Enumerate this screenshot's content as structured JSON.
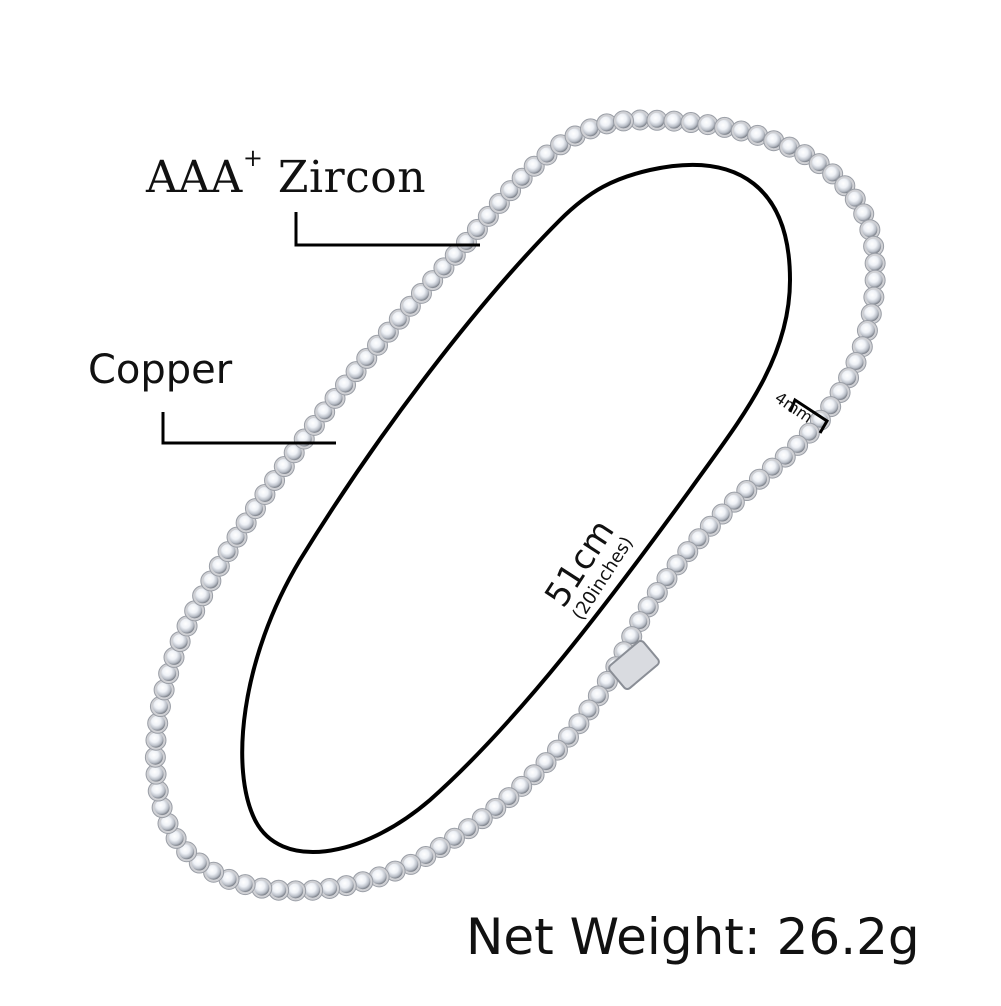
{
  "labels": {
    "material_zircon_prefix": "AAA",
    "material_zircon_sup": "+",
    "material_zircon_name": " Zircon",
    "material_base": "Copper",
    "length_cm": "51cm",
    "length_in": "(20inches)",
    "stone_width": "4mm",
    "net_weight": "Net Weight: 26.2g"
  },
  "product": {
    "item": "tennis-chain-necklace",
    "metal_color": "#cfd0d4",
    "stone_color": "#f4f6fa"
  }
}
